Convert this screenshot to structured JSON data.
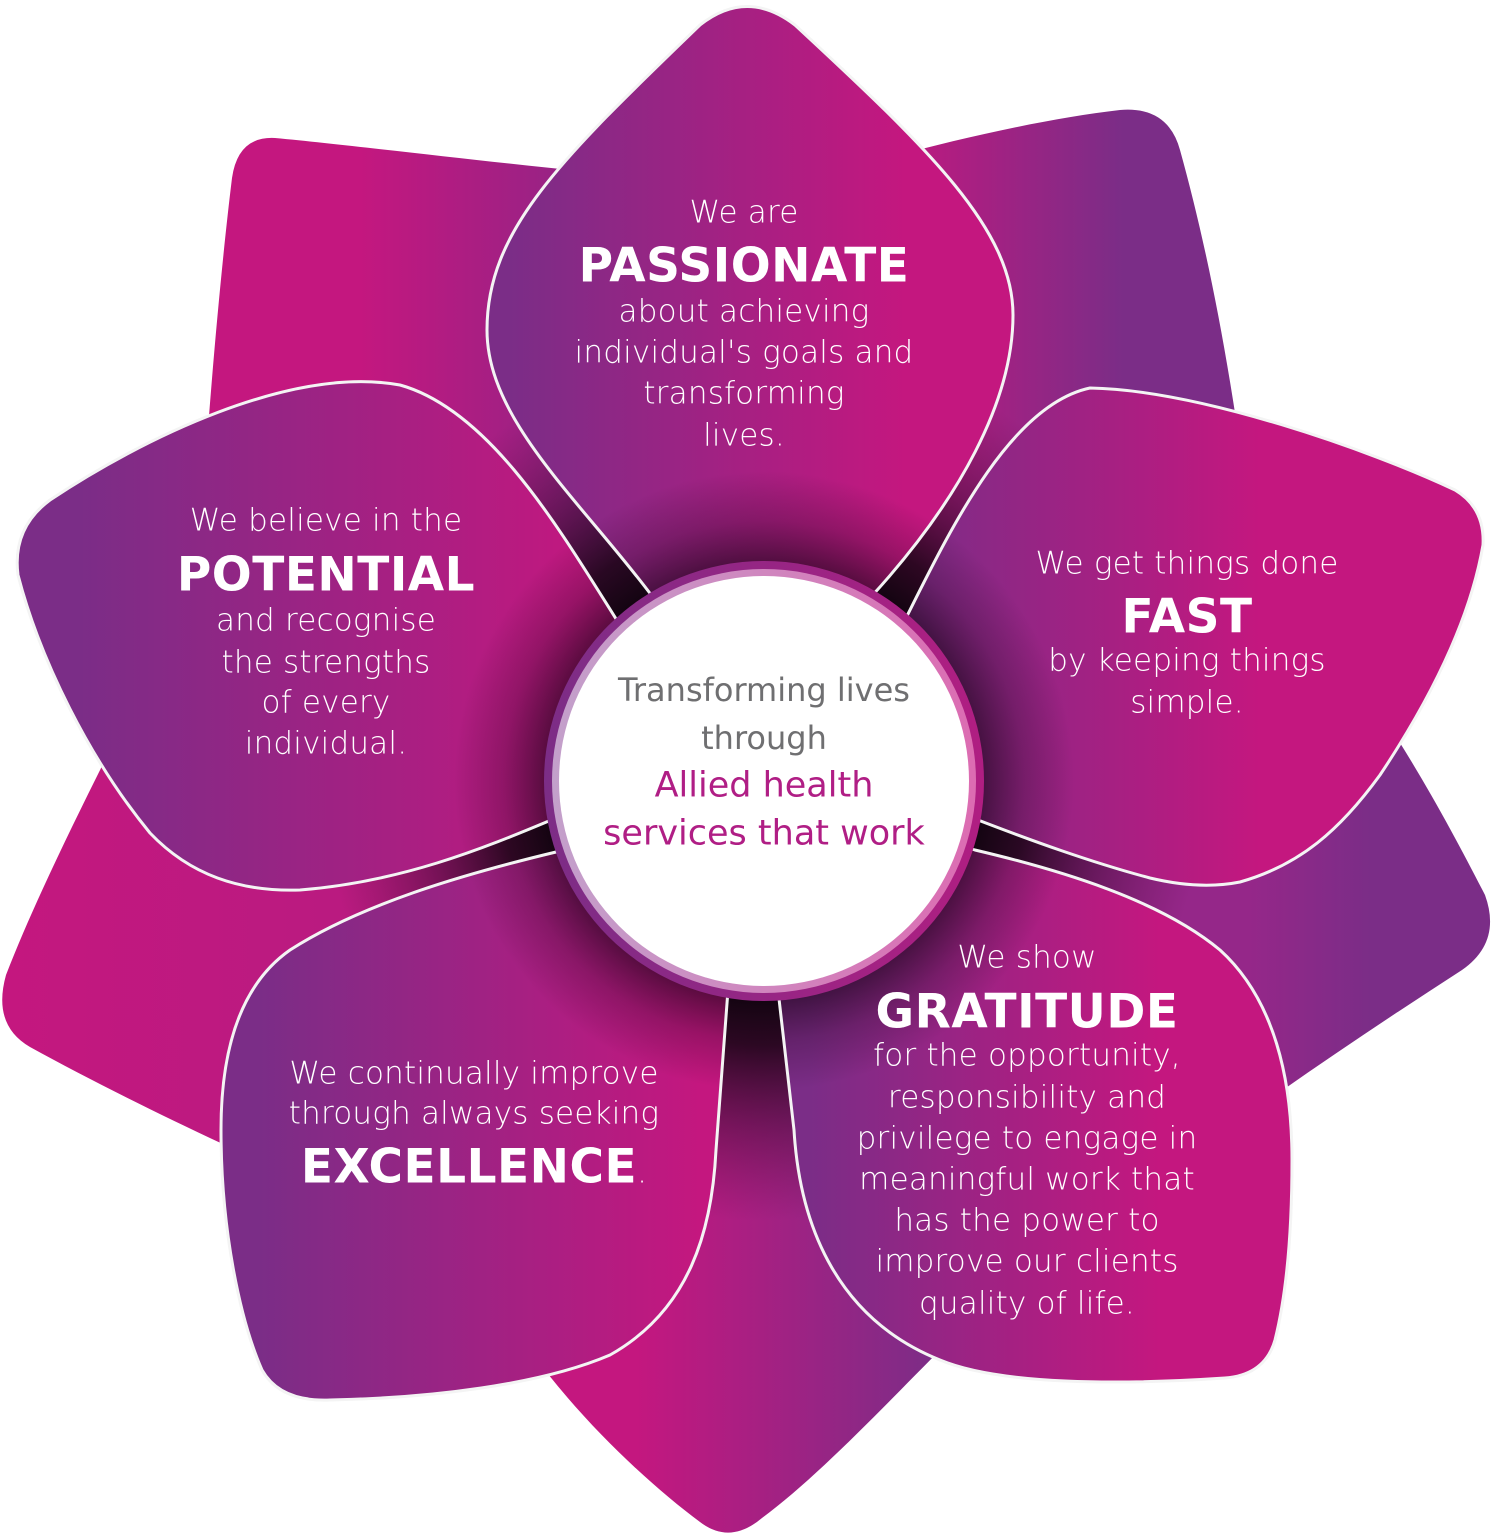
{
  "colors": {
    "purple": "#7B2D87",
    "magenta": "#C4177F",
    "petal_outline": "#F4F4F4",
    "center_text_gray": "#6F6F71",
    "center_text_accent": "#B01E85",
    "center_fill": "#FFFFFF"
  },
  "center": {
    "line1": "Transforming lives",
    "line2": "through",
    "line3": "Allied health",
    "line4": "services that work"
  },
  "values": [
    {
      "key": "passionate",
      "pre": [
        "We are"
      ],
      "heading": "PASSIONATE",
      "post": [
        "about achieving",
        "individual's goals and",
        "transforming",
        "lives."
      ]
    },
    {
      "key": "potential",
      "pre": [
        "We believe in the"
      ],
      "heading": "POTENTIAL",
      "post": [
        "and recognise",
        "the strengths",
        "of every",
        "individual."
      ]
    },
    {
      "key": "fast",
      "pre": [
        "We get things done"
      ],
      "heading": "FAST",
      "post": [
        "by keeping things",
        "simple."
      ]
    },
    {
      "key": "excellence",
      "pre": [
        "We continually improve",
        "through always seeking"
      ],
      "heading": "EXCELLENCE",
      "suffix": "."
    },
    {
      "key": "gratitude",
      "pre": [
        "We show"
      ],
      "heading": "GRATITUDE",
      "post": [
        "for the opportunity,",
        "responsibility and",
        "privilege to engage in",
        "meaningful work that",
        "has the power to",
        "improve our clients",
        "quality of life."
      ]
    }
  ]
}
